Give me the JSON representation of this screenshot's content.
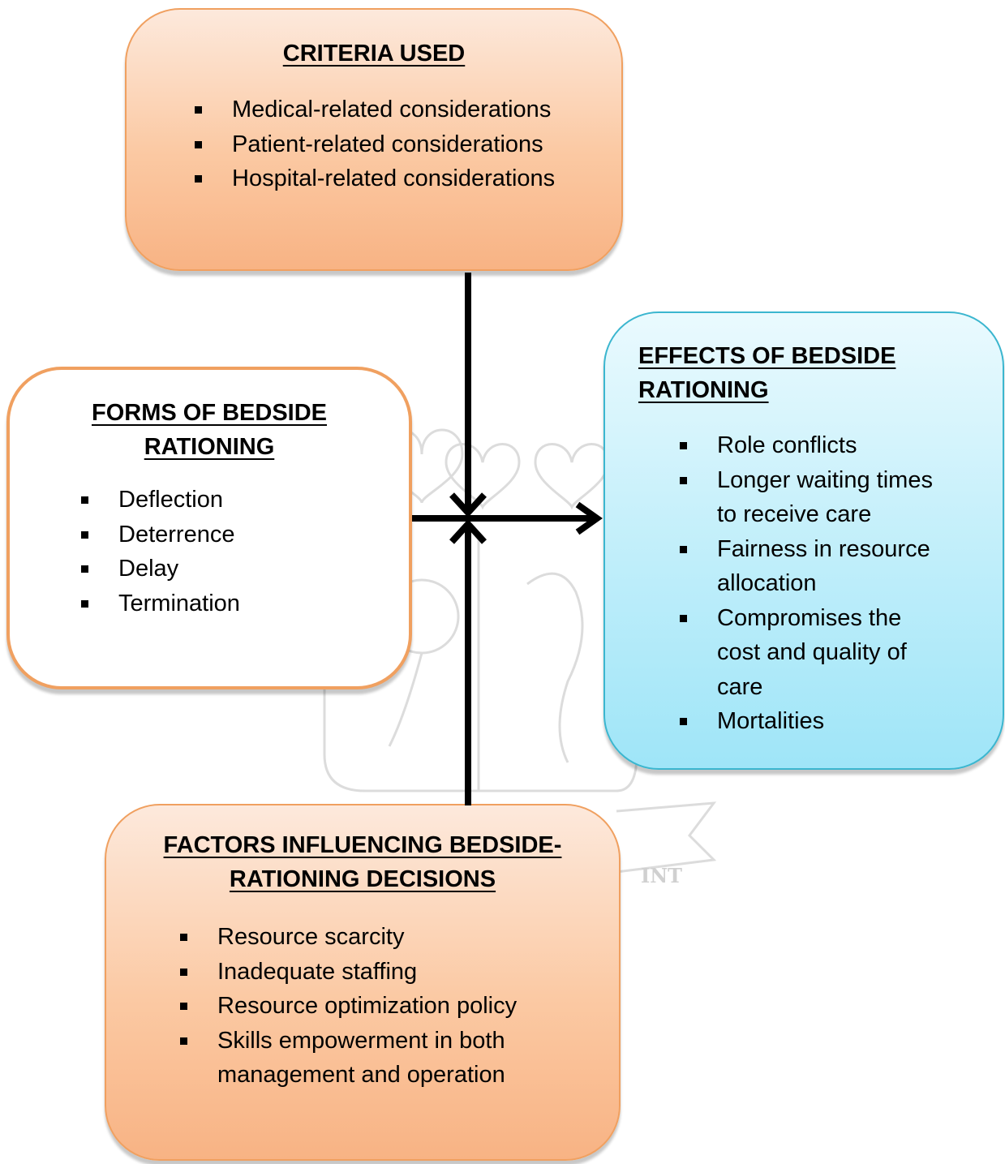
{
  "criteria": {
    "title": "CRITERIA USED",
    "items": [
      "Medical-related considerations",
      "Patient-related considerations",
      "Hospital-related considerations"
    ]
  },
  "forms": {
    "title_line1": "FORMS OF BEDSIDE",
    "title_line2": "RATIONING",
    "items": [
      "Deflection",
      "Deterrence",
      "Delay",
      "Termination"
    ]
  },
  "effects": {
    "title_line1": "EFFECTS OF BEDSIDE",
    "title_line2": "RATIONING",
    "items": [
      [
        "Role conflicts"
      ],
      [
        "Longer waiting times",
        "to receive care"
      ],
      [
        "Fairness in resource",
        "allocation"
      ],
      [
        "Compromises the",
        "cost and quality of",
        "care"
      ],
      [
        "Mortalities"
      ]
    ]
  },
  "factors": {
    "title_line1": "FACTORS INFLUENCING BEDSIDE-",
    "title_line2": "RATIONING DECISIONS",
    "items": [
      [
        "Resource scarcity"
      ],
      [
        "Inadequate staffing"
      ],
      [
        "Resource optimization policy"
      ],
      [
        "Skills empowerment in both",
        "management and operation"
      ]
    ]
  },
  "watermark": {
    "text": "INT"
  },
  "colors": {
    "orange_border": "#f0a060",
    "blue_border": "#3bb6cf",
    "arrow": "#000000"
  }
}
